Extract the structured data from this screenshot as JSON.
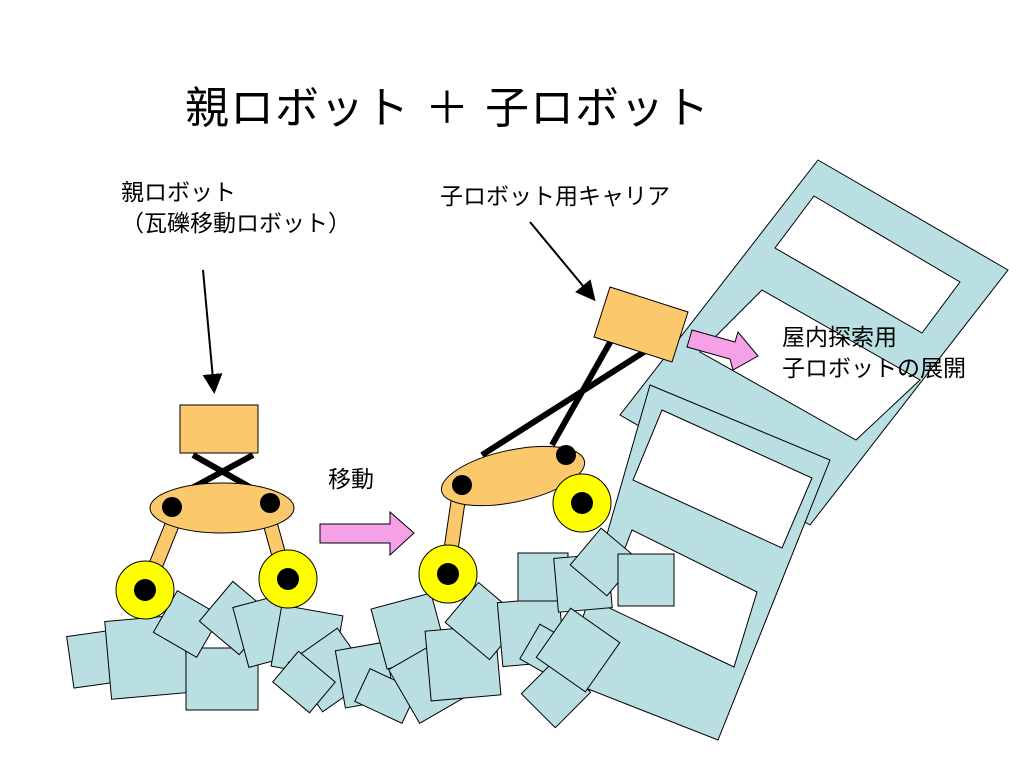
{
  "slide": {
    "title": "親ロボット ＋ 子ロボット",
    "labels": {
      "parent_robot_line1": "親ロボット",
      "parent_robot_line2": "（瓦礫移動ロボット）",
      "carrier": "子ロボット用キャリア",
      "movement": "移動",
      "deploy_line1": "屋内探索用",
      "deploy_line2": "子ロボットの展開"
    }
  },
  "colors": {
    "rubble_fill": "#b9dfe3",
    "building_fill": "#b9dfe3",
    "robot_body": "#fbc96b",
    "wheel": "#ffff00",
    "arrow_pink": "#f6a0e8",
    "line": "#000000"
  }
}
